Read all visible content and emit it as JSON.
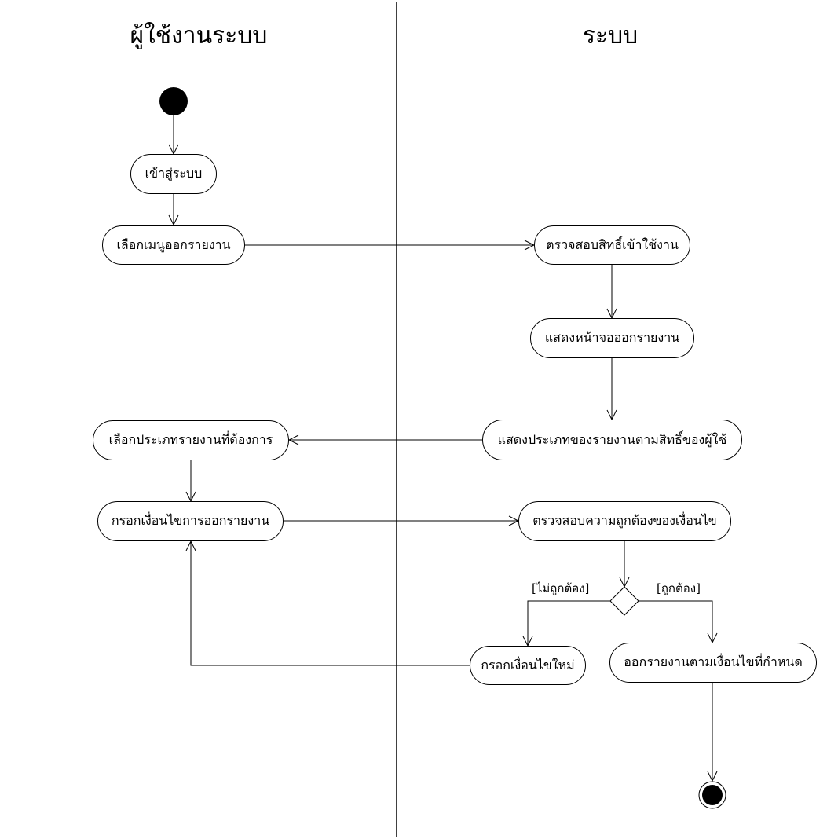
{
  "diagram": {
    "lanes": {
      "user": "ผู้ใช้งานระบบ",
      "system": "ระบบ"
    },
    "activities": {
      "login": "เข้าสู่ระบบ",
      "select_menu": "เลือกเมนูออกรายงาน",
      "check_permission": "ตรวจสอบสิทธิ์เข้าใช้งาน",
      "show_report_page": "แสดงหน้าจอออกรายงาน",
      "show_report_types": "แสดงประเภทของรายงานตามสิทธิ์ของผู้ใช้",
      "select_report_type": "เลือกประเภทรายงานที่ต้องการ",
      "enter_conditions": "กรอกเงื่อนไขการออกรายงาน",
      "validate_conditions": "ตรวจสอบความถูกต้องของเงื่อนไข",
      "reenter_conditions": "กรอกเงื่อนไขใหม่",
      "generate_report": "ออกรายงานตามเงื่อนไขที่กำหนด"
    },
    "guards": {
      "invalid": "[ไม่ถูกต้อง]",
      "valid": "[ถูกต้อง]"
    }
  }
}
